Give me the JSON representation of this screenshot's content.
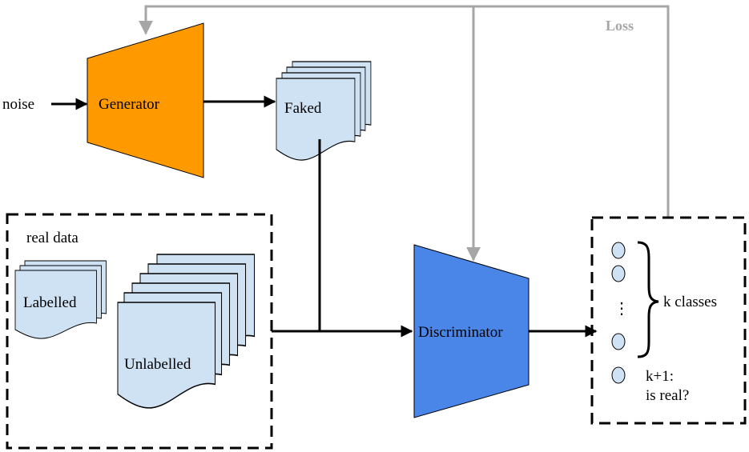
{
  "diagram": {
    "labels": {
      "noise": "noise",
      "generator": "Generator",
      "faked": "Faked",
      "loss": "Loss",
      "real_data": "real data",
      "labelled": "Labelled",
      "unlabelled": "Unlabelled",
      "discriminator": "Discriminator",
      "ellipsis": "⋮",
      "k_classes": "k classes",
      "k_plus_1": "k+1:",
      "is_real": "is real?"
    },
    "colors": {
      "generator": "#ff9900",
      "discriminator": "#4a86e8",
      "document_fill": "#cfe2f3",
      "loss_line": "#a6a6a6",
      "arrow": "#000000"
    }
  }
}
